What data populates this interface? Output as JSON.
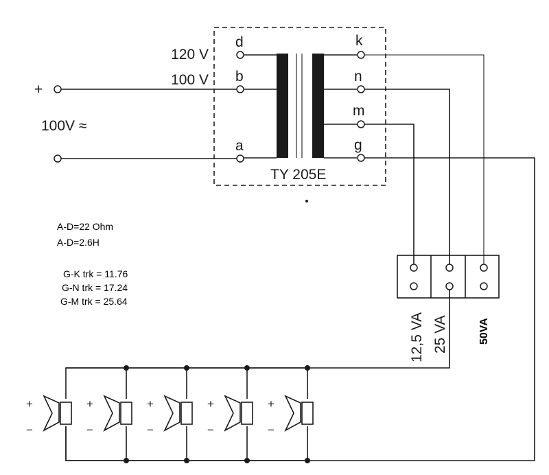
{
  "transformer": {
    "model": "TY 205E",
    "primary_taps": [
      {
        "letter": "d",
        "voltage": "120 V"
      },
      {
        "letter": "b",
        "voltage": "100 V"
      },
      {
        "letter": "a",
        "voltage": ""
      }
    ],
    "secondary_taps": [
      "k",
      "n",
      "m",
      "g"
    ]
  },
  "input": {
    "plus": "+",
    "label": "100V ≈"
  },
  "notes": {
    "resistance": "A-D=22 Ohm",
    "inductance": "A-D=2.6H",
    "ratios": [
      "G-K trk = 11.76",
      "G-N trk = 17.24",
      "G-M trk = 25.64"
    ]
  },
  "selector": {
    "labels": [
      "12,5 VA",
      "25 VA",
      "50VA"
    ]
  },
  "speakers": {
    "count": 5,
    "plus": "+",
    "minus": "−"
  }
}
